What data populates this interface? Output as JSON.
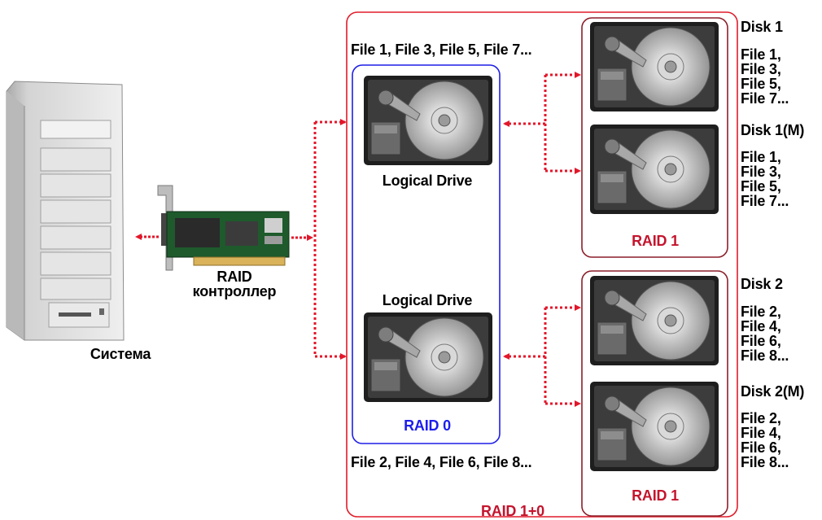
{
  "system": {
    "label": "Система"
  },
  "controller": {
    "label_line1": "RAID",
    "label_line2": "контроллер"
  },
  "raid10": {
    "label": "RAID 1+0"
  },
  "raid0": {
    "label": "RAID 0",
    "top_files": "File 1, File 3, File 5, File 7...",
    "bottom_files": "File 2, File 4, File 6, File 8...",
    "drive_label_top": "Logical Drive",
    "drive_label_bottom": "Logical Drive"
  },
  "mirror_top": {
    "label": "RAID 1",
    "disk_a": {
      "name": "Disk 1",
      "files": [
        "File 1,",
        "File 3,",
        "File 5,",
        "File 7..."
      ]
    },
    "disk_b": {
      "name": "Disk 1(M)",
      "files": [
        "File 1,",
        "File 3,",
        "File 5,",
        "File 7..."
      ]
    }
  },
  "mirror_bottom": {
    "label": "RAID 1",
    "disk_a": {
      "name": "Disk 2",
      "files": [
        "File 2,",
        "File 4,",
        "File 6,",
        "File 8..."
      ]
    },
    "disk_b": {
      "name": "Disk 2(M)",
      "files": [
        "File 2,",
        "File 4,",
        "File 6,",
        "File 8..."
      ]
    }
  },
  "colors": {
    "outer_border": "#e01c2a",
    "raid0_border": "#1e1ee6",
    "raid1_border": "#8c1f2a",
    "arrow": "#e3162a",
    "raid_label_red": "#c4142d",
    "raid_label_blue": "#1d1ded"
  }
}
